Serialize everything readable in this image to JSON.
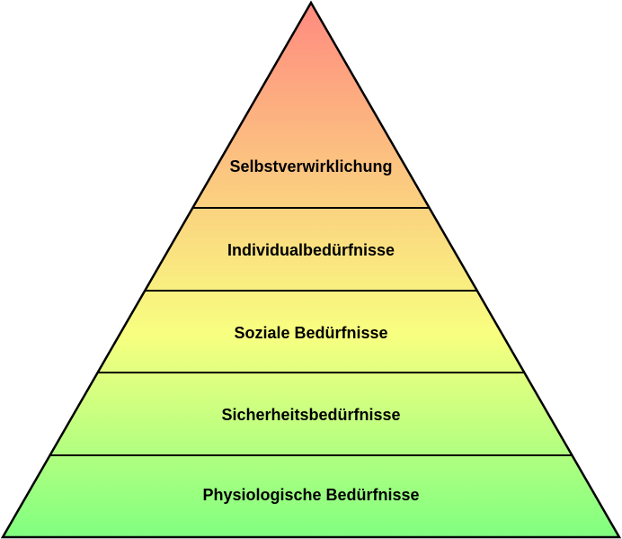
{
  "diagram": {
    "type": "pyramid",
    "levels": [
      {
        "label": "Selbstverwirklichung"
      },
      {
        "label": "Individualbedürfnisse"
      },
      {
        "label": "Soziale Bedürfnisse"
      },
      {
        "label": "Sicherheitsbedürfnisse"
      },
      {
        "label": "Physiologische Bedürfnisse"
      }
    ],
    "colors": {
      "top": "#ff8a80",
      "middle": "#f8ff80",
      "bottom": "#80ff80",
      "outline": "#000000"
    }
  }
}
